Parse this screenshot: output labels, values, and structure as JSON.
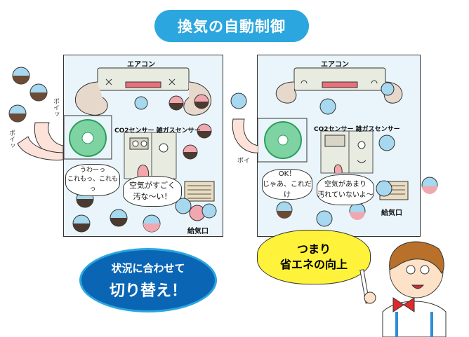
{
  "title": "換気の自動制御",
  "left_panel": {
    "aircon_label": "エアコン",
    "sensor_label": "CO2センサー  雑ガスセンサー",
    "fan_bubble": "うわーっ\nこれもっ、これもっ",
    "sensor_bubble": "空気がすごく\n汚な～い！",
    "vent_label": "給気口",
    "sfx_1": "ポイッ",
    "sfx_2": "ポイッ"
  },
  "right_panel": {
    "aircon_label": "エアコン",
    "sensor_label": "CO2センサー  雑ガスセンサー",
    "fan_bubble": "OK！\nじゃあ、これだけ",
    "sensor_bubble": "空気があまり\n汚れていないよ～",
    "vent_label": "給気口",
    "sfx": "ポイ"
  },
  "oval": {
    "line1": "状況に合わせて",
    "line2": "切り替え！"
  },
  "conclusion": {
    "line1": "つまり",
    "line2": "省エネの向上"
  },
  "colors": {
    "title_bg": "#2ba6de",
    "oval_bg": "#0a66b4",
    "bubble_yellow": "#fff23a",
    "panel_bg": "#eaf5fb"
  }
}
